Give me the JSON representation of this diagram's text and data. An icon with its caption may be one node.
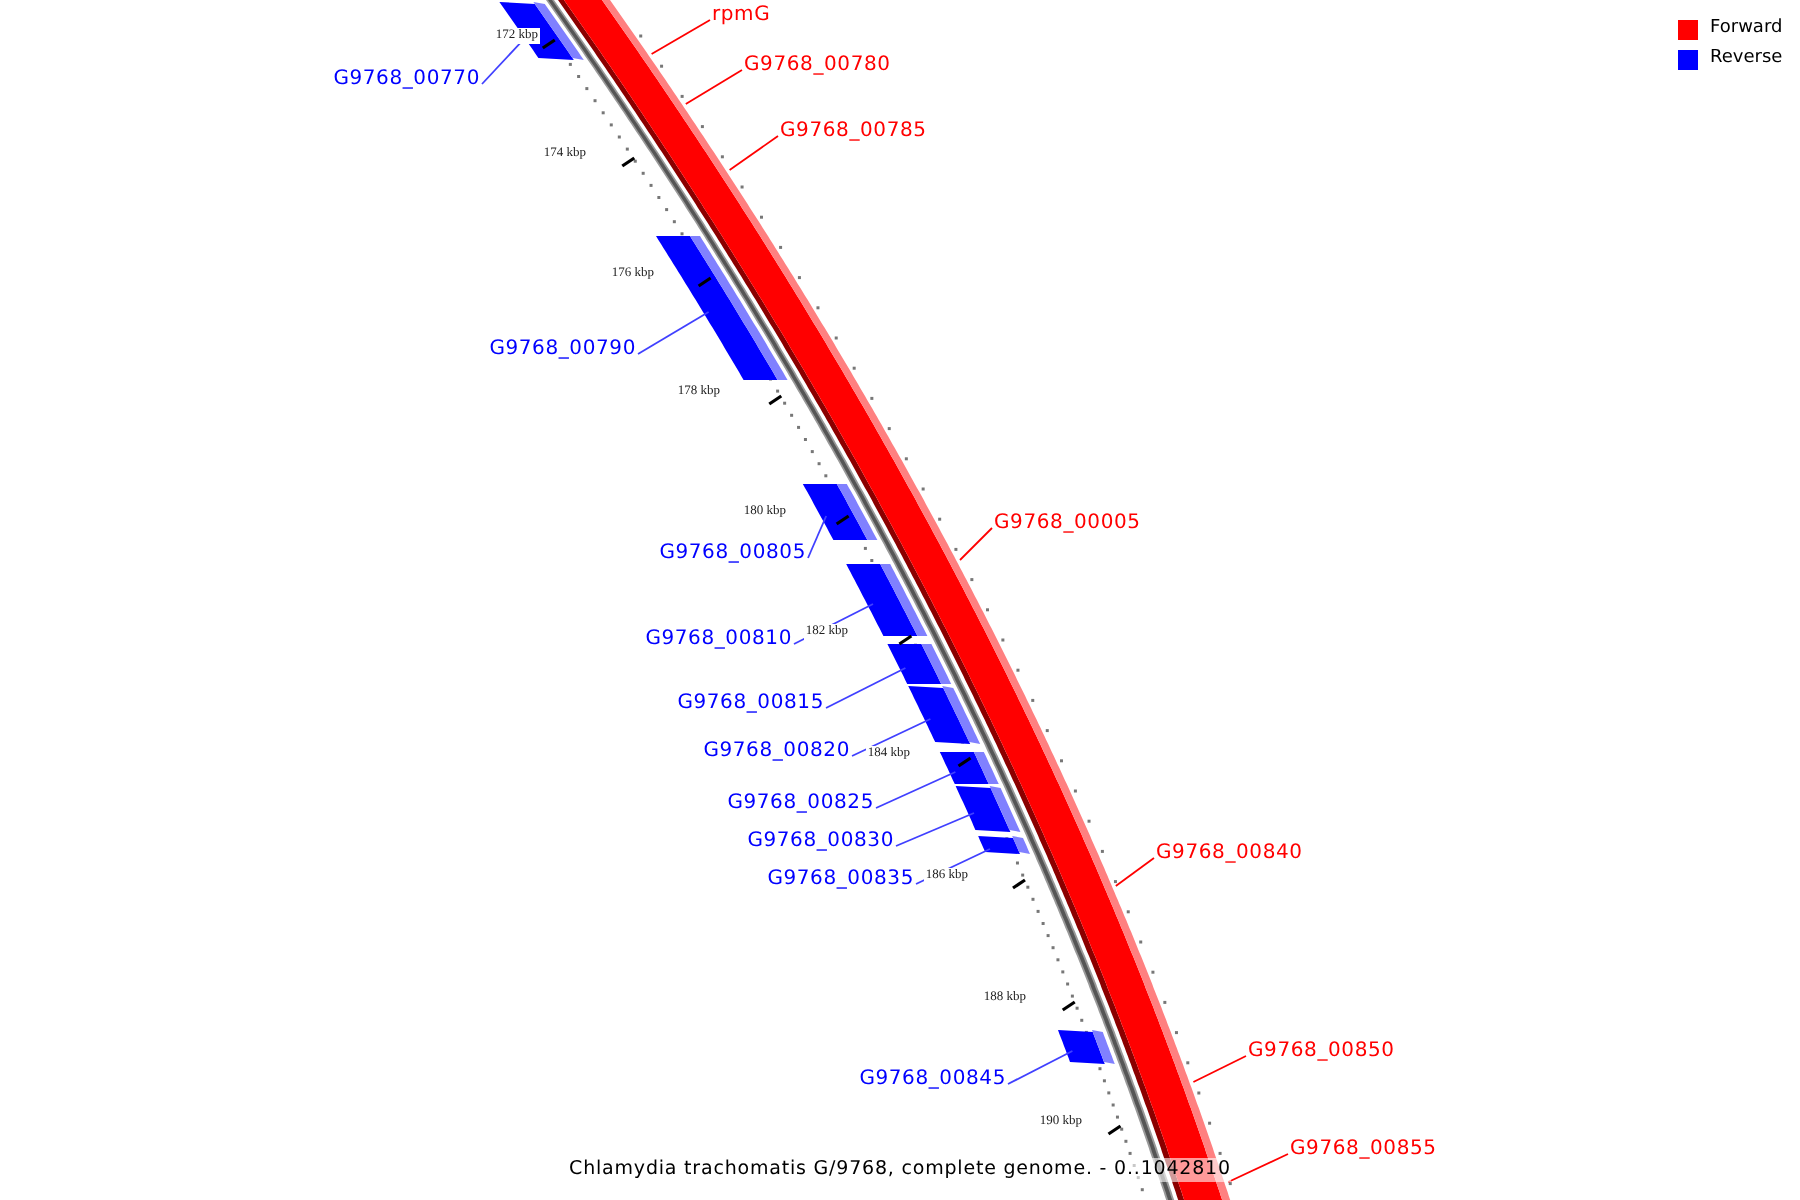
{
  "diagram": {
    "caption": "Chlamydia trachomatis G/9768, complete genome. - 0..1042810",
    "nodes": [
      {
        "text": [
          "rpmG"
        ]
      },
      {
        "text": [
          "G9768_00770"
        ]
      },
      {
        "text": [],
        "shape": "bar"
      },
      {
        "text": [
          "G9768_00780"
        ]
      },
      {
        "text": [
          "G9768_00785"
        ]
      },
      {
        "text": [
          "G9768_00790"
        ]
      },
      {
        "text": [],
        "shape": "bar"
      },
      {
        "text": [
          "G9768_00005"
        ]
      },
      {
        "text": [
          "G9768_00805"
        ]
      },
      {
        "text": [],
        "shape": "bar"
      },
      {
        "text": [
          "G9768_00810"
        ]
      },
      {
        "text": [],
        "shape": "bar"
      },
      {
        "text": [
          "G9768_00815"
        ]
      },
      {
        "text": [],
        "shape": "bar"
      },
      {
        "text": [
          "G9768_00820"
        ]
      },
      {
        "text": [],
        "shape": "bar"
      },
      {
        "text": [
          "G9768_00825"
        ]
      },
      {
        "text": [],
        "shape": "bar"
      },
      {
        "text": [
          "G9768_00830"
        ]
      },
      {
        "text": [],
        "shape": "bar"
      },
      {
        "text": [
          "G9768_00835"
        ]
      },
      {
        "text": [],
        "shape": "bar"
      },
      {
        "text": [
          "G9768_00840"
        ]
      },
      {
        "text": [
          "G9768_00845"
        ]
      },
      {
        "text": [],
        "shape": "bar"
      },
      {
        "text": [
          "G9768_00850"
        ]
      },
      {
        "text": [
          "G9768_00855"
        ]
      }
    ],
    "edges": [
      {
        "from": 0,
        "to": null,
        "arrow": "none",
        "color": "#ff0000"
      },
      {
        "from": 1,
        "to": 2,
        "arrow": "none"
      },
      {
        "from": 3,
        "to": null,
        "arrow": "none",
        "color": "#ff0000"
      },
      {
        "from": 4,
        "to": null,
        "arrow": "none",
        "color": "#ff0000"
      },
      {
        "from": 5,
        "to": 6,
        "arrow": "none"
      },
      {
        "from": 7,
        "to": null,
        "arrow": "none",
        "color": "#ff0000"
      },
      {
        "from": 8,
        "to": 9,
        "arrow": "none"
      },
      {
        "from": 10,
        "to": 11,
        "arrow": "none"
      },
      {
        "from": 12,
        "to": 13,
        "arrow": "none"
      },
      {
        "from": 14,
        "to": 15,
        "arrow": "none"
      },
      {
        "from": 16,
        "to": 17,
        "arrow": "none"
      },
      {
        "from": 18,
        "to": 19,
        "arrow": "none"
      },
      {
        "from": 20,
        "to": 21,
        "arrow": "none"
      },
      {
        "from": 22,
        "to": null,
        "arrow": "none",
        "color": "#ff0000"
      },
      {
        "from": 23,
        "to": 24,
        "arrow": "none"
      },
      {
        "from": 25,
        "to": null,
        "arrow": "none",
        "color": "#ff0000"
      },
      {
        "from": 26,
        "to": null,
        "arrow": "none",
        "color": "#ff0000"
      }
    ],
    "labels": [
      "172 kbp",
      "174 kbp",
      "176 kbp",
      "178 kbp",
      "180 kbp",
      "182 kbp",
      "184 kbp",
      "186 kbp",
      "188 kbp",
      "190 kbp"
    ],
    "legend": [
      {
        "text": "Forward",
        "color": "#ff0000"
      },
      {
        "text": "Reverse",
        "color": "#0000ff"
      }
    ]
  }
}
